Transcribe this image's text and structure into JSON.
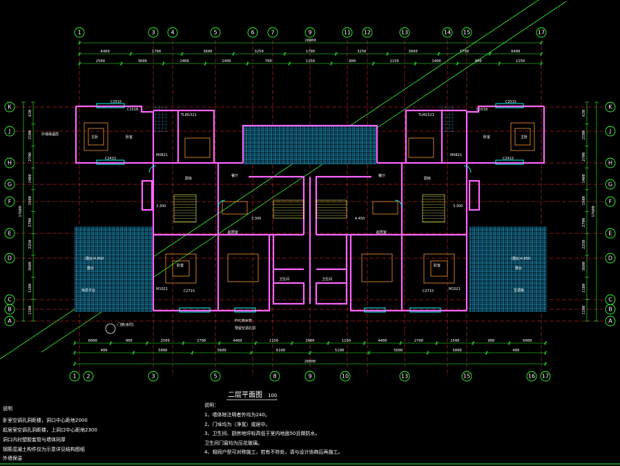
{
  "drawing": {
    "title": "二层平面图",
    "scale": "100",
    "axes_top": [
      "1",
      "3",
      "4",
      "5",
      "6",
      "7",
      "9",
      "11",
      "12",
      "13",
      "14",
      "15",
      "17"
    ],
    "axes_bottom": [
      "1",
      "2",
      "3",
      "5",
      "8",
      "9",
      "10",
      "13",
      "15",
      "16",
      "17"
    ],
    "axes_left": [
      "K",
      "J",
      "H",
      "G",
      "F",
      "E",
      "D",
      "C",
      "B",
      "A"
    ],
    "axes_right": [
      "K",
      "J",
      "H",
      "G",
      "F",
      "E",
      "D",
      "C",
      "B",
      "A"
    ],
    "total_top": "28800",
    "total_bottom": "28800",
    "top_row1": [
      "6400",
      "1700",
      "3600",
      "3250",
      "1700",
      "3250",
      "3600",
      "1700",
      "6400"
    ],
    "top_row2": [
      "2500",
      "3600",
      "2400",
      "1400",
      "700",
      "1150",
      "800",
      "1150",
      "1400",
      "800",
      "1150"
    ],
    "bottom_row1": [
      "6000",
      "900",
      "2500",
      "2700",
      "4400",
      "1150",
      "2600",
      "1150",
      "4400",
      "2700",
      "2500",
      "900",
      "6000"
    ],
    "bottom_row2": [
      "400",
      "5000",
      "5600",
      "6100",
      "5100",
      "5600",
      "5000",
      "400"
    ],
    "left_dims": [
      "630",
      "2100",
      "2700",
      "1400",
      "1500",
      "2700",
      "2250",
      "3600",
      "1180",
      "1180"
    ],
    "left_total": "17600",
    "right_dims": [
      "630",
      "2100",
      "2700",
      "1400",
      "1500",
      "2700",
      "2250",
      "3600",
      "1180",
      "1180"
    ],
    "right_total": "17600",
    "rooms": [
      "卧室",
      "卧室",
      "主卧",
      "主卧",
      "起居室",
      "起居室",
      "卫生间",
      "卫生间",
      "厨房",
      "厨房",
      "餐厅",
      "餐厅",
      "卧室",
      "卧室",
      "露台",
      "露台"
    ],
    "room_tags": [
      "(露台)4.850",
      "(露台)4.850",
      "休息平台",
      "空调板"
    ],
    "door_marks": [
      "C2515",
      "C2515",
      "C1518",
      "C1518",
      "M0821",
      "M0821",
      "TLM1521",
      "TLM1521",
      "C2415",
      "C2415",
      "C2715",
      "C2715",
      "M1021",
      "M1021"
    ],
    "level_marks": [
      "3.300",
      "3.300",
      "3.300",
      "4.450"
    ],
    "annotations": [
      "外墙保温层",
      "PVC雨水管",
      "门楼(余同)",
      "预留空调孔洞"
    ]
  },
  "notes_left": {
    "heading": "说明",
    "lines": [
      "卧室空调孔洞距楼，洞口中心距地2000",
      "起居室空调孔洞距楼，上洞口中心距地2300",
      "洞口内衬塑胶套管与墙体同厚",
      "钢筋混凝土构件仅为示意详见结构图纸",
      "外墙保温"
    ]
  },
  "notes_right": {
    "heading": "说明：",
    "lines": [
      "1、墙体除注明者外均为240。",
      "2、门垛均为（净宽）或居中。",
      "3、卫生间、厨房地坪标高低于室内地面50且做防水。",
      "   卫生间门窗均为压花玻璃。",
      "4、相同户型可对称施工，若有不符处，请与设计协商后再施工。"
    ]
  },
  "colors": {
    "background": "#000000",
    "wall": "#ff66ff",
    "axis_line": "#ff3333",
    "axis_bubble": "#33ff33",
    "dim_line": "#33ff33",
    "roof_hatch": "#33ccff",
    "furniture": "#ff9933",
    "door": "#00ffff",
    "text": "#ffffff",
    "title": "#ffffff"
  }
}
